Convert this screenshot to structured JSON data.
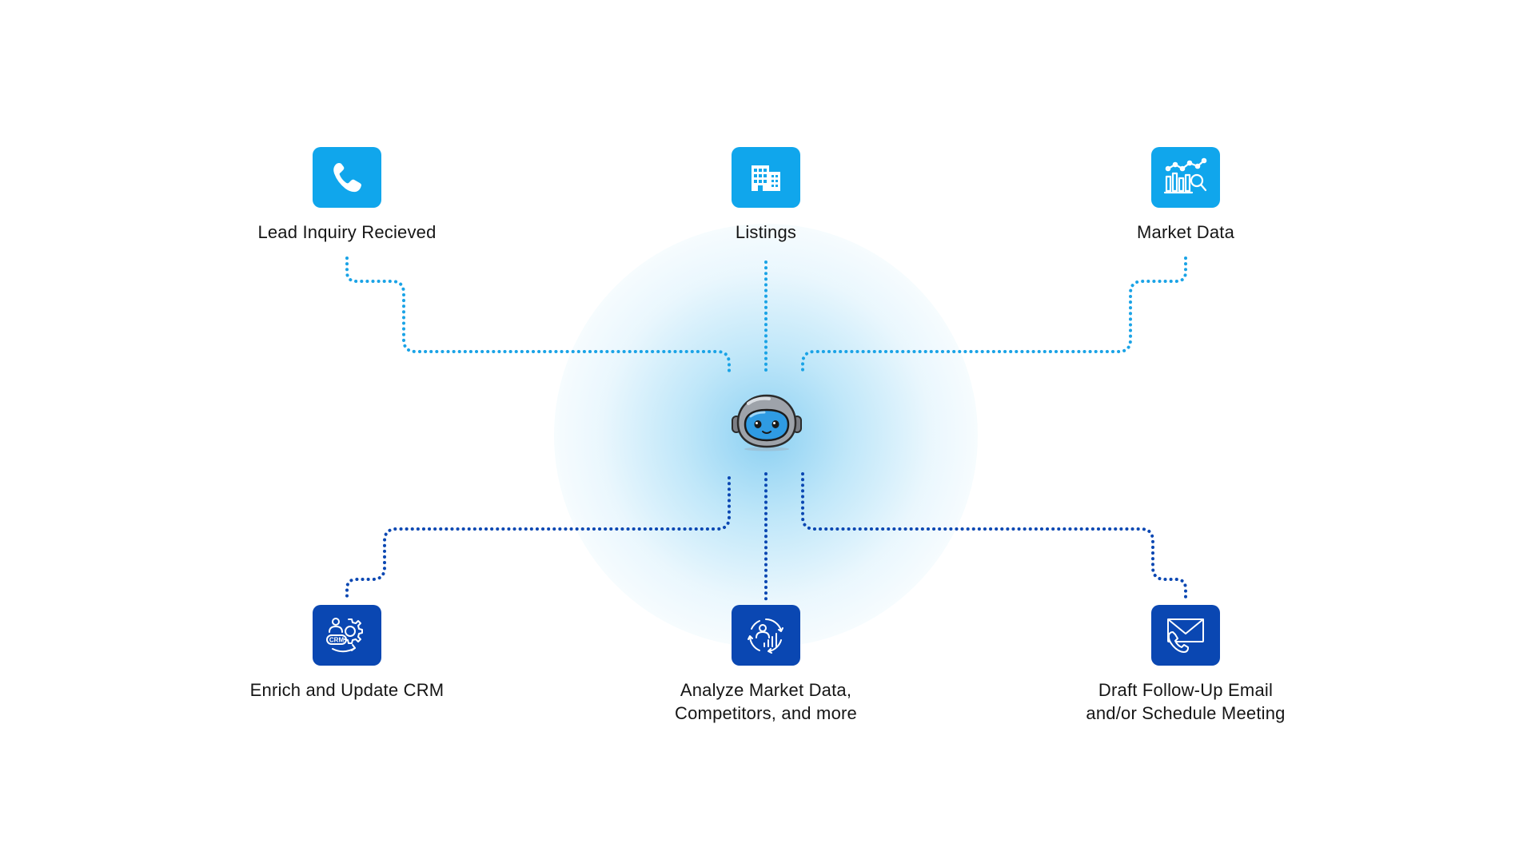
{
  "colors": {
    "light_tile": "#10a6ec",
    "dark_tile": "#0a47b2",
    "light_line": "#1aa3e6",
    "dark_line": "#0a47b2",
    "glow": "#78c8f0",
    "text": "#151515"
  },
  "inputs": [
    {
      "label": "Lead Inquiry Recieved",
      "icon": "phone-icon"
    },
    {
      "label": "Listings",
      "icon": "building-icon"
    },
    {
      "label": "Market Data",
      "icon": "market-chart-icon"
    }
  ],
  "outputs": [
    {
      "label": "Enrich and Update CRM",
      "icon": "crm-gear-icon"
    },
    {
      "line1": "Analyze Market Data,",
      "line2": "Competitors, and more",
      "icon": "analytics-cycle-icon"
    },
    {
      "line1": "Draft Follow-Up Email",
      "line2": "and/or Schedule Meeting",
      "icon": "email-phone-icon"
    }
  ],
  "center": {
    "icon": "robot-helmet-icon"
  },
  "crm_badge_text": "CRM"
}
